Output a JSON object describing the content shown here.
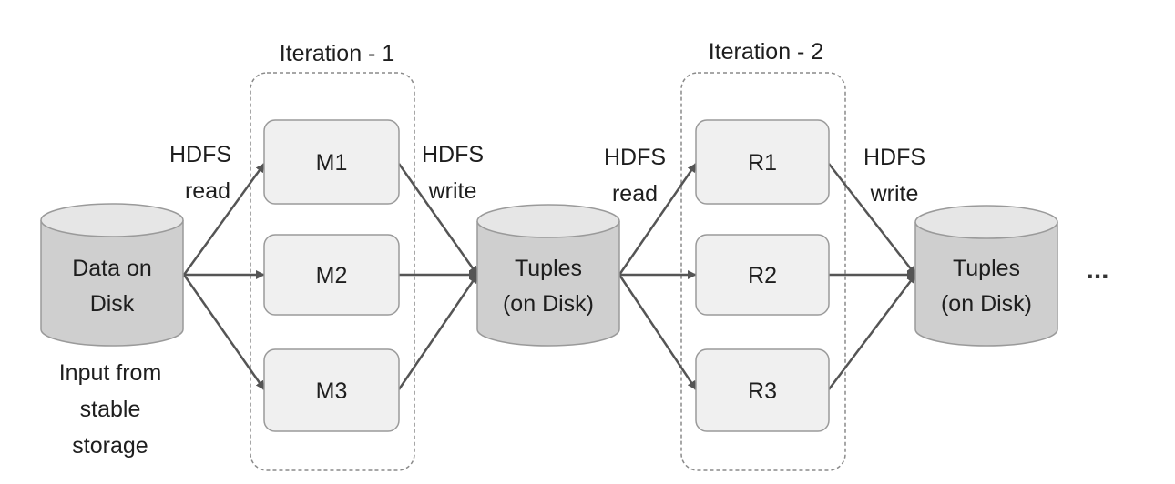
{
  "iterations": [
    {
      "title": "Iteration - 1",
      "boxes": [
        "M1",
        "M2",
        "M3"
      ]
    },
    {
      "title": "Iteration - 2",
      "boxes": [
        "R1",
        "R2",
        "R3"
      ]
    }
  ],
  "stores": [
    {
      "line1": "Data on",
      "line2": "Disk"
    },
    {
      "line1": "Tuples",
      "line2": "(on Disk)"
    },
    {
      "line1": "Tuples",
      "line2": "(on Disk)"
    }
  ],
  "arrow_labels": [
    {
      "line1": "HDFS",
      "line2": "read"
    },
    {
      "line1": "HDFS",
      "line2": "write"
    },
    {
      "line1": "HDFS",
      "line2": "read"
    },
    {
      "line1": "HDFS",
      "line2": "write"
    }
  ],
  "input_caption": [
    "Input from",
    "stable",
    "storage"
  ],
  "continuation": "...",
  "colors": {
    "box_fill": "#f0f0f0",
    "box_stroke": "#9a9a9a",
    "cylinder_fill": "#cfcfcf",
    "cylinder_top": "#e6e6e6",
    "arrow": "#555555",
    "dashed": "#8a8a8a"
  }
}
